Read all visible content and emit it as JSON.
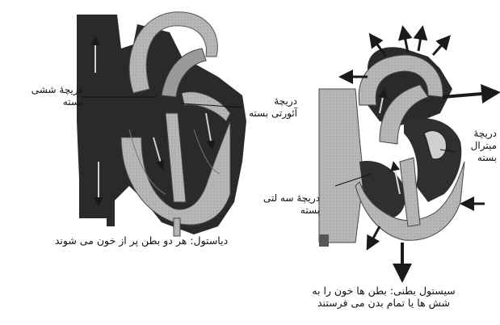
{
  "labels": {
    "pulmonary_valve_closed": [
      "دریچۀ ششی",
      "بسته"
    ],
    "aortic_valve_closed": [
      "دریچۀ",
      "آئورتی بسته"
    ],
    "tricuspid_valve_closed": [
      "دریچۀ سه لتی",
      "بسته"
    ],
    "mitral_valve_closed": [
      "دریچۀ",
      "میترال",
      "بسته"
    ]
  },
  "captions": {
    "diastole": "دیاستول: هر دو بطن پر از خون می شوند",
    "systole_line1": "سیستول بطنی: بطن ها خون را به",
    "systole_line2": "شش ها یا تمام بدن می فرستند"
  },
  "colors": {
    "dark_blood": "#2a2a2a",
    "light_tissue": "#b9b9b9",
    "mid_tissue": "#8a8a8a",
    "arrow": "#1a1a1a"
  }
}
